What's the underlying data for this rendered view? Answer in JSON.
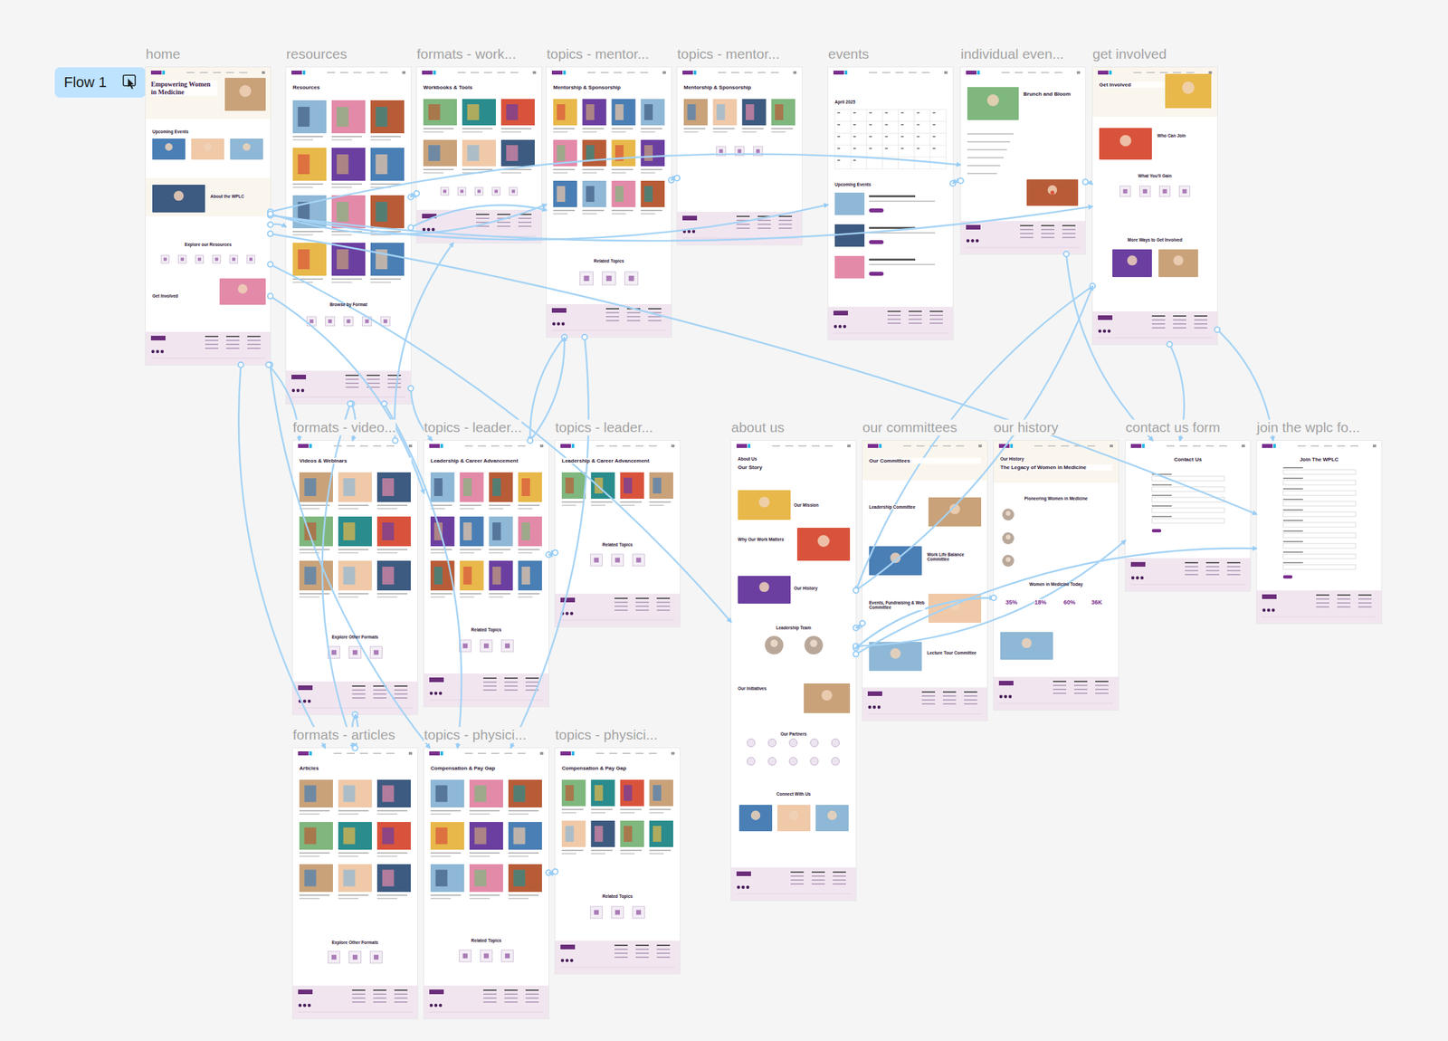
{
  "diagram": {
    "nodes": [
      {
        "text": [
          "Flow 1"
        ]
      },
      {
        "text": [
          "home",
          "Empowering Women in Medicine"
        ]
      },
      {
        "text": [
          "resources",
          "Resources"
        ]
      },
      {
        "text": [
          "formats - work...",
          "Workbooks & Tools"
        ]
      },
      {
        "text": [
          "topics - mentor...",
          "Mentorship & Sponsorship"
        ]
      },
      {
        "text": [
          "topics - mentor...",
          "Mentorship & Sponsorship"
        ]
      },
      {
        "text": [
          "events"
        ]
      },
      {
        "text": [
          "individual even...",
          "Brunch and Bloom"
        ]
      },
      {
        "text": [
          "get involved",
          "Get Involved"
        ]
      },
      {
        "text": [
          "formats - video...",
          "Videos & Webinars"
        ]
      },
      {
        "text": [
          "topics - leader...",
          "Leadership & Career Advancement"
        ]
      },
      {
        "text": [
          "topics - leader...",
          "Leadership & Career Advancement"
        ]
      },
      {
        "text": [
          "about us",
          "Our Story"
        ]
      },
      {
        "text": [
          "our committees",
          "Our Committees"
        ]
      },
      {
        "text": [
          "our history",
          "The Legacy of Women in Medicine"
        ]
      },
      {
        "text": [
          "contact us form",
          "Contact Us"
        ]
      },
      {
        "text": [
          "join the wplc fo...",
          "Join The WPLC"
        ]
      },
      {
        "text": [
          "formats - articles",
          "Articles"
        ]
      },
      {
        "text": [
          "topics - physici...",
          "Compensation & Pay Gap"
        ]
      },
      {
        "text": [
          "topics - physici...",
          "Compensation & Pay Gap"
        ]
      }
    ],
    "edges": [
      {
        "from": 1,
        "to": 2,
        "arrow": "to"
      },
      {
        "from": 1,
        "to": 6,
        "arrow": "to"
      },
      {
        "from": 1,
        "to": 7,
        "arrow": "to"
      },
      {
        "from": 1,
        "to": 8,
        "arrow": "to"
      },
      {
        "from": 1,
        "to": 12,
        "arrow": "to"
      },
      {
        "from": 1,
        "to": 4,
        "arrow": "to"
      },
      {
        "from": 1,
        "to": 10,
        "arrow": "to"
      },
      {
        "from": 1,
        "to": 18,
        "arrow": "to"
      },
      {
        "from": 1,
        "to": 9,
        "arrow": "to"
      },
      {
        "from": 1,
        "to": 17,
        "arrow": "to"
      },
      {
        "from": 1,
        "to": 16,
        "arrow": "to"
      },
      {
        "from": 2,
        "to": 3,
        "arrow": "to"
      },
      {
        "from": 2,
        "to": 9,
        "arrow": "to"
      },
      {
        "from": 2,
        "to": 17,
        "arrow": "to"
      },
      {
        "from": 2,
        "to": 4,
        "arrow": "to"
      },
      {
        "from": 2,
        "to": 10,
        "arrow": "to"
      },
      {
        "from": 2,
        "to": 18,
        "arrow": "to"
      },
      {
        "from": 3,
        "to": 2,
        "arrow": "to"
      },
      {
        "from": 4,
        "to": 5,
        "arrow": "to"
      },
      {
        "from": 4,
        "to": 10,
        "arrow": "to"
      },
      {
        "from": 4,
        "to": 18,
        "arrow": "to"
      },
      {
        "from": 5,
        "to": 4,
        "arrow": "to"
      },
      {
        "from": 6,
        "to": 7,
        "arrow": "to"
      },
      {
        "from": 7,
        "to": 6,
        "arrow": "to"
      },
      {
        "from": 7,
        "to": 8,
        "arrow": "to"
      },
      {
        "from": 7,
        "to": 15,
        "arrow": "to"
      },
      {
        "from": 8,
        "to": 16,
        "arrow": "to"
      },
      {
        "from": 8,
        "to": 12,
        "arrow": "to"
      },
      {
        "from": 8,
        "to": 15,
        "arrow": "to"
      },
      {
        "from": 9,
        "to": 17,
        "arrow": "to"
      },
      {
        "from": 9,
        "to": 3,
        "arrow": "to"
      },
      {
        "from": 17,
        "to": 9,
        "arrow": "to"
      },
      {
        "from": 10,
        "to": 11,
        "arrow": "to"
      },
      {
        "from": 10,
        "to": 4,
        "arrow": "to"
      },
      {
        "from": 11,
        "to": 10,
        "arrow": "to"
      },
      {
        "from": 18,
        "to": 19,
        "arrow": "to"
      },
      {
        "from": 19,
        "to": 18,
        "arrow": "to"
      },
      {
        "from": 12,
        "to": 13,
        "arrow": "to"
      },
      {
        "from": 12,
        "to": 14,
        "arrow": "to"
      },
      {
        "from": 12,
        "to": 15,
        "arrow": "to"
      },
      {
        "from": 12,
        "to": 16,
        "arrow": "to"
      },
      {
        "from": 12,
        "to": 8,
        "arrow": "to"
      },
      {
        "from": 13,
        "to": 12,
        "arrow": "to"
      },
      {
        "from": 14,
        "to": 12,
        "arrow": "to"
      }
    ],
    "labels": [
      "Upcoming Events",
      "About the WPLC",
      "Explore our Resources",
      "Get Involved",
      "Browse by Format",
      "Related Topics",
      "April 2025",
      "Upcoming Events",
      "Who Can Join",
      "What You'll Gain",
      "More Ways to Get Involved",
      "Explore Other Formats",
      "Related Topics",
      "Related Topics",
      "About Us",
      "Our Mission",
      "Why Our Work Matters",
      "Our History",
      "Leadership Team",
      "Our Initiatives",
      "Our Partners",
      "Connect With Us",
      "Leadership Committee",
      "Work Life Balance Committee",
      "Events, Fundraising & Web Committee",
      "Lecture Tour Committee",
      "Our History",
      "Pioneering Women in Medicine",
      "Women in Medicine Today",
      "35%",
      "18%",
      "60%",
      "36K",
      "Explore Other Formats",
      "Related Topics",
      "Related Topics"
    ]
  }
}
